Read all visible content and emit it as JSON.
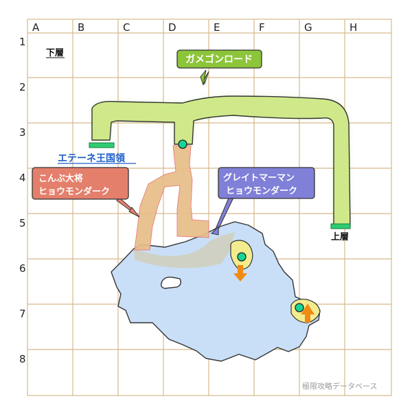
{
  "columns": [
    "A",
    "B",
    "C",
    "D",
    "E",
    "F",
    "G",
    "H"
  ],
  "rows": [
    "1",
    "2",
    "3",
    "4",
    "5",
    "6",
    "7",
    "8"
  ],
  "labels": {
    "lower_floor": "下層",
    "upper_floor": "上層",
    "road": "ガメゴンロード",
    "kingdom": "エテーネ王国領",
    "enemy1_line1": "こんぶ大将",
    "enemy1_line2": "ヒョウモンダーク",
    "enemy2_line1": "グレイトマーマン",
    "enemy2_line2": "ヒョウモンダーク",
    "watermark": "極限攻略データベース"
  },
  "colors": {
    "grid": "#d6b98a",
    "water": "#c9dff7",
    "corridor": "#cfe98a",
    "sand_path": "#e8bd88",
    "road_tag": "#8cc43a",
    "enemy1_tag": "#e47f6c",
    "enemy2_tag": "#8080d8",
    "exit_marker": "#2ecc71",
    "point_marker": "#15d695",
    "arrow": "#f08a14"
  }
}
